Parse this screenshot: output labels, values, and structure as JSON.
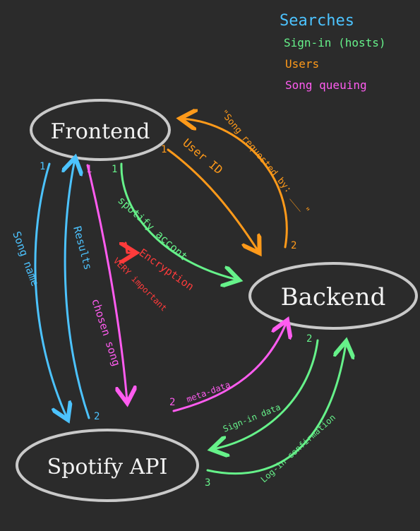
{
  "colors": {
    "background": "#2b2b2b",
    "node_outline": "#c9c9c9",
    "searches": "#4cc3ff",
    "signin": "#66f28a",
    "users": "#ff9a1a",
    "song_queuing": "#ff5cf0",
    "encryption": "#ff3b3b"
  },
  "legend": {
    "searches": "Searches",
    "signin": "Sign-in (hosts)",
    "users": "Users",
    "song_queuing": "Song queuing"
  },
  "nodes": {
    "frontend": "Frontend",
    "backend": "Backend",
    "spotify": "Spotify API"
  },
  "edges": {
    "song_name": "Song name",
    "song_name_step": "1",
    "results": "Results",
    "results_step": "2",
    "chosen_song": "chosen song",
    "chosen_song_step": "1",
    "spotify_account": "spotify accont",
    "spotify_account_step": "1",
    "encryption": "Encryption",
    "very_important": "VERY important",
    "user_id": "User ID",
    "user_id_step": "1",
    "song_requested_by": "\"Song requested by: ___\"",
    "song_requested_step": "2",
    "meta_data": "meta-data",
    "meta_data_step": "2",
    "signin_data": "Sign-in data",
    "signin_data_step": "2",
    "login_confirmation": "Log-in confirmation",
    "login_confirmation_step": "3"
  }
}
